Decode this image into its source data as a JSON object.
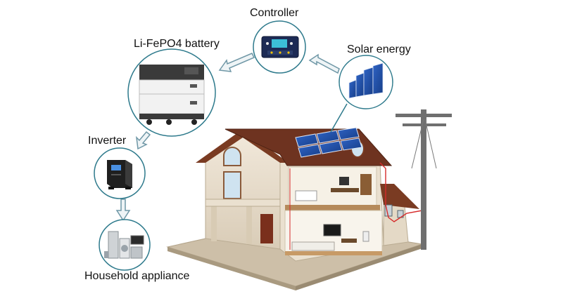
{
  "labels": {
    "controller": "Controller",
    "battery": "Li-FePO4 battery",
    "solar": "Solar energy",
    "inverter": "Inverter",
    "appliance": "Household appliance"
  },
  "colors": {
    "circle_stroke": "#2e7a8c",
    "arrow_stroke": "#6f97a6",
    "solar_panel": "#1f4fa8",
    "roof": "#7a3b22",
    "wall": "#e9dfcf",
    "wiring": "#d62b2b"
  },
  "icons": {
    "controller": "charge-controller-icon",
    "battery": "battery-stack-icon",
    "solar": "solar-panels-icon",
    "inverter": "inverter-icon",
    "appliance": "household-appliances-icon"
  }
}
